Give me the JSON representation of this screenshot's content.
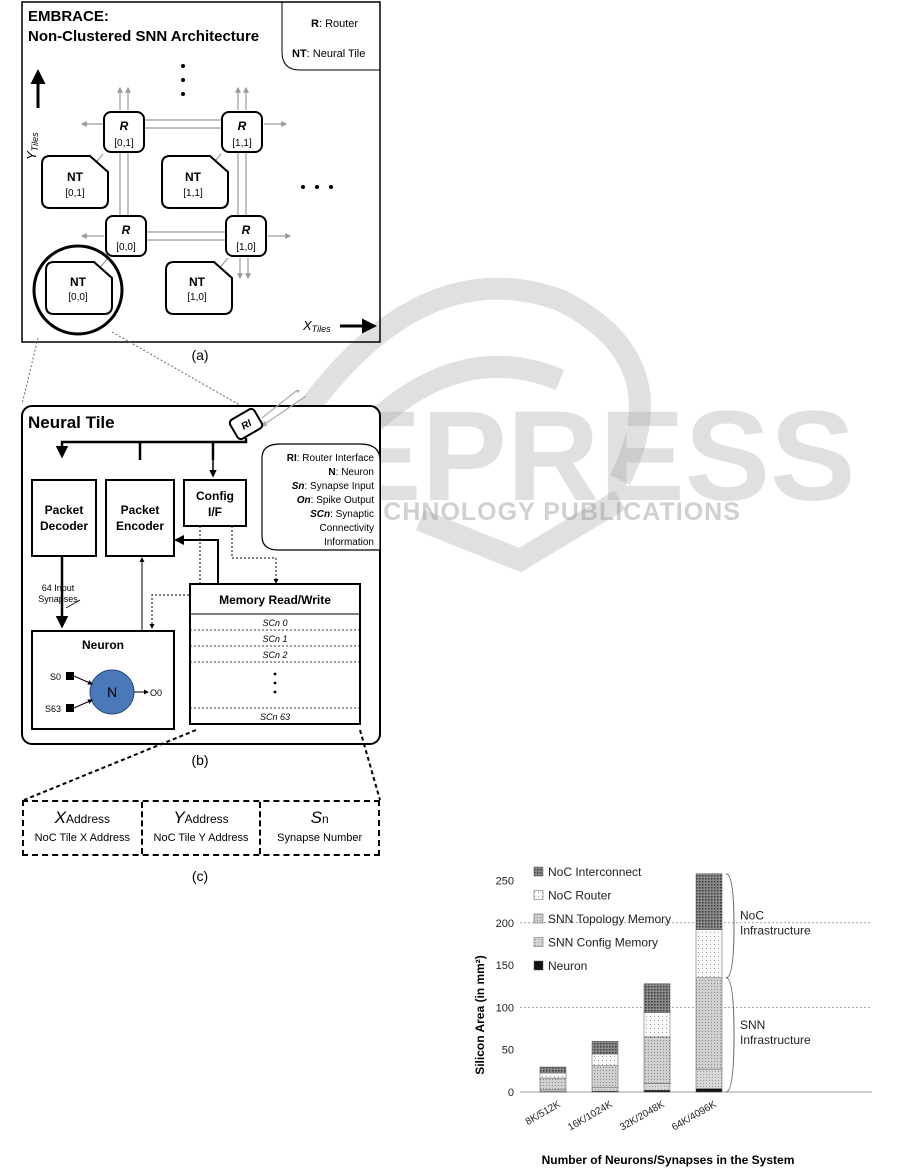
{
  "figA": {
    "title1": "EMBRACE:",
    "title2": "Non-Clustered SNN Architecture",
    "legend_r_key": "R",
    "legend_r_val": ": Router",
    "legend_nt_key": "NT",
    "legend_nt_val": ": Neural Tile",
    "y_axis_main": "Y",
    "y_axis_sub": "Tiles",
    "x_axis_main": "X",
    "x_axis_sub": "Tiles",
    "router_label": "R",
    "routers": [
      "[0,1]",
      "[1,1]",
      "[0,0]",
      "[1,0]"
    ],
    "tile_label": "NT",
    "tiles": [
      "[0,1]",
      "[1,1]",
      "[0,0]",
      "[1,0]"
    ],
    "caption": "(a)"
  },
  "figB": {
    "title": "Neural Tile",
    "ri": "RI",
    "legend": [
      {
        "key": "RI",
        "val": ": Router Interface"
      },
      {
        "key": "N",
        "val": ": Neuron"
      },
      {
        "key": "Sn",
        "val": ": Synapse Input"
      },
      {
        "key": "On",
        "val": ": Spike Output"
      },
      {
        "key": "SCn",
        "val": ": Synaptic"
      },
      {
        "key": "",
        "val": "Connectivity"
      },
      {
        "key": "",
        "val": "Information"
      }
    ],
    "packet_decoder": [
      "Packet",
      "Decoder"
    ],
    "packet_encoder": [
      "Packet",
      "Encoder"
    ],
    "config_if": [
      "Config",
      "I/F"
    ],
    "memory_title": "Memory Read/Write",
    "memory_rows": [
      "SCn 0",
      "SCn 1",
      "SCn 2",
      "SCn 63"
    ],
    "neuron_title": "Neuron",
    "neuron_symbol": "N",
    "s0": "S0",
    "s63": "S63",
    "o0": "O0",
    "input_note": [
      "64 Input",
      "Synapses"
    ],
    "caption": "(b)"
  },
  "figC": {
    "fields": [
      {
        "name": "X",
        "sub": "Address",
        "desc": "NoC Tile X Address"
      },
      {
        "name": "Y",
        "sub": "Address",
        "desc": "NoC Tile Y Address"
      },
      {
        "name": "S",
        "sub": "n",
        "desc": "Synapse Number"
      }
    ],
    "caption": "(c)"
  },
  "watermark": {
    "main": "SCITEPRESS",
    "sub": "SCIENCE AND TECHNOLOGY PUBLICATIONS"
  },
  "chart_data": {
    "type": "bar",
    "stacked": true,
    "categories": [
      "8K/512K",
      "16K/1024K",
      "32K/2048K",
      "64K/4096K"
    ],
    "series": [
      {
        "name": "Neuron",
        "values": [
          0.5,
          1,
          2,
          4
        ],
        "color": "#111111"
      },
      {
        "name": "SNN Config Memory",
        "values": [
          2,
          4,
          8,
          23
        ],
        "color": "#c8c8c8"
      },
      {
        "name": "SNN Topology Memory",
        "values": [
          14,
          26,
          55,
          108
        ],
        "color": "#b4b4b4"
      },
      {
        "name": "NoC Router",
        "values": [
          6,
          14,
          29,
          57
        ],
        "color": "#ebebeb"
      },
      {
        "name": "NoC Interconnect",
        "values": [
          7,
          15,
          34,
          66
        ],
        "color": "#6e6e6e"
      }
    ],
    "ylabel": "Silicon Area (in mm²)",
    "xlabel": "Number of Neurons/Synapses in the System",
    "ylim": [
      0,
      260
    ],
    "yticks": [
      "0",
      "50",
      "100",
      "150",
      "200",
      "250"
    ],
    "reference_lines": [
      100,
      200
    ],
    "annotations": [
      {
        "lines": [
          "NoC",
          "Infrastructure"
        ]
      },
      {
        "lines": [
          "SNN",
          "Infrastructure"
        ]
      }
    ],
    "legend_order": [
      "NoC Interconnect",
      "NoC Router",
      "SNN Topology Memory",
      "SNN Config Memory",
      "Neuron"
    ],
    "legend_placement": "top-left"
  }
}
